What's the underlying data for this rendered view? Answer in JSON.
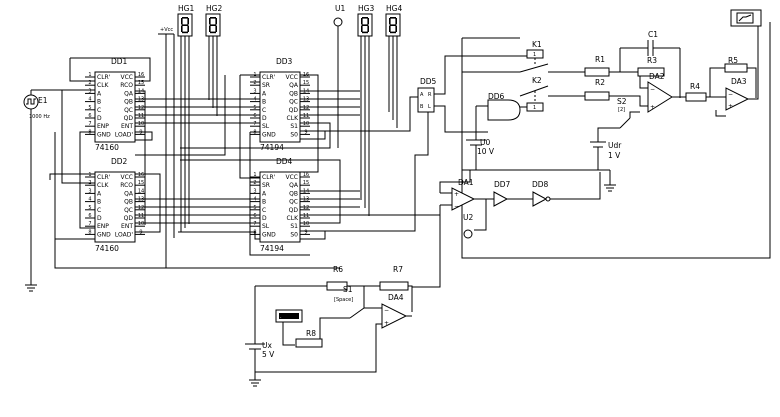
{
  "chips": {
    "dd1": {
      "ref": "DD1",
      "part": "74160",
      "left_pins": [
        "CLR'",
        "CLK",
        "A",
        "B",
        "C",
        "D",
        "ENP",
        "GND"
      ],
      "left_nums": [
        "1",
        "2",
        "3",
        "4",
        "5",
        "6",
        "7",
        "8"
      ],
      "right_pins": [
        "VCC",
        "RCO",
        "QA",
        "QB",
        "QC",
        "QD",
        "ENT",
        "LOAD'"
      ],
      "right_nums": [
        "16",
        "15",
        "14",
        "13",
        "12",
        "11",
        "10",
        "9"
      ]
    },
    "dd2": {
      "ref": "DD2",
      "part": "74160",
      "left_pins": [
        "CLR'",
        "CLK",
        "A",
        "B",
        "C",
        "D",
        "ENP",
        "GND"
      ],
      "left_nums": [
        "1",
        "2",
        "3",
        "4",
        "5",
        "6",
        "7",
        "8"
      ],
      "right_pins": [
        "VCC",
        "RCO",
        "QA",
        "QB",
        "QC",
        "QD",
        "ENT",
        "LOAD'"
      ],
      "right_nums": [
        "16",
        "15",
        "14",
        "13",
        "12",
        "11",
        "10",
        "9"
      ]
    },
    "dd3": {
      "ref": "DD3",
      "part": "74194",
      "left_pins": [
        "CLR'",
        "SR",
        "A",
        "B",
        "C",
        "D",
        "SL",
        "GND"
      ],
      "left_nums": [
        "1",
        "2",
        "3",
        "4",
        "5",
        "6",
        "7",
        "8"
      ],
      "right_pins": [
        "VCC",
        "QA",
        "QB",
        "QC",
        "QD",
        "CLK",
        "S1",
        "S0"
      ],
      "right_nums": [
        "16",
        "15",
        "14",
        "13",
        "12",
        "11",
        "10",
        "9"
      ]
    },
    "dd4": {
      "ref": "DD4",
      "part": "74194",
      "left_pins": [
        "CLR'",
        "SR",
        "A",
        "B",
        "C",
        "D",
        "SL",
        "GND"
      ],
      "left_nums": [
        "1",
        "2",
        "3",
        "4",
        "5",
        "6",
        "7",
        "8"
      ],
      "right_pins": [
        "VCC",
        "QA",
        "QB",
        "QC",
        "QD",
        "CLK",
        "S1",
        "S0"
      ],
      "right_nums": [
        "16",
        "15",
        "14",
        "13",
        "12",
        "11",
        "10",
        "9"
      ]
    }
  },
  "displays": {
    "hg1": "HG1",
    "hg2": "HG2",
    "hg3": "HG3",
    "hg4": "HG4"
  },
  "generator": {
    "ref": "E1",
    "freq": "1000 Hz"
  },
  "vcc": "+Vcc",
  "probe": "U1",
  "dd5": {
    "ref": "DD5",
    "pin_a": "A",
    "pin_b": "B",
    "pin_r": "R",
    "pin_l": "L"
  },
  "k1": "K1",
  "k2": "K2",
  "dd6": "DD6",
  "dd7": "DD7",
  "dd8": "DD8",
  "da1": "DA1",
  "da2": "DA2",
  "da3": "DA3",
  "da4": "DA4",
  "u2": "U2",
  "r1": "R1",
  "r2": "R2",
  "r3": "R3",
  "r4": "R4",
  "r5": "R5",
  "r6": "R6",
  "r7": "R7",
  "r8": "R8",
  "c1": "C1",
  "s2": {
    "ref": "S2",
    "key": "[2]"
  },
  "s1": {
    "ref": "S1",
    "key": "[Space]"
  },
  "u0": {
    "ref": "U0",
    "value": "10 V"
  },
  "udr": {
    "ref": "Udr",
    "value": "1 V"
  },
  "ux": {
    "ref": "Ux",
    "value": "5 V"
  },
  "relay_one": "1"
}
